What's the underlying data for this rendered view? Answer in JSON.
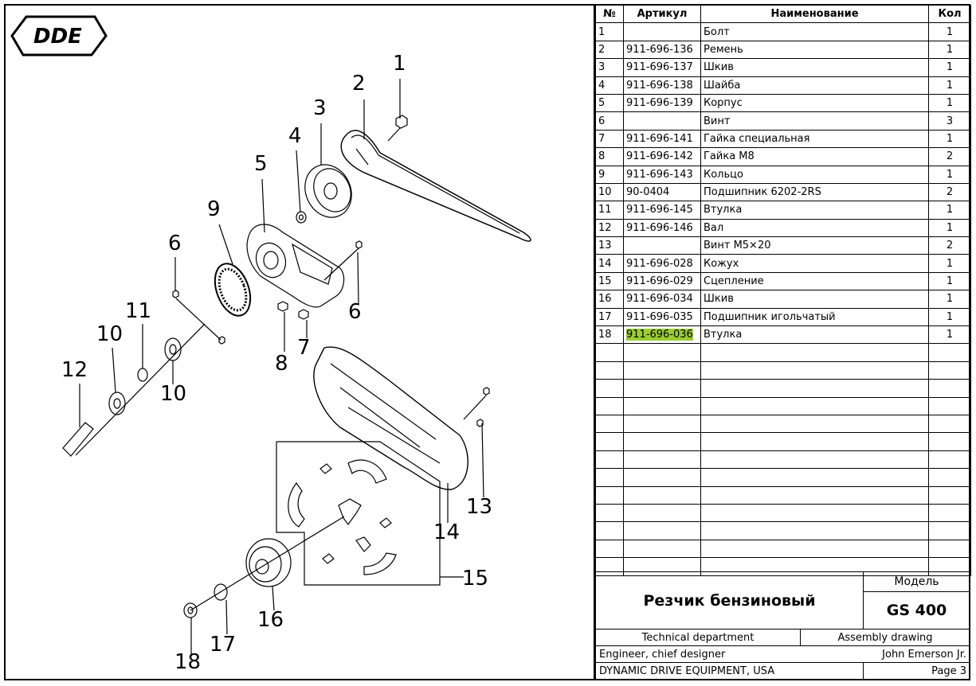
{
  "logo": {
    "text": "DDE"
  },
  "callouts": [
    "1",
    "2",
    "3",
    "4",
    "5",
    "6",
    "6",
    "7",
    "8",
    "9",
    "10",
    "10",
    "11",
    "12",
    "13",
    "14",
    "15",
    "16",
    "17",
    "18"
  ],
  "table": {
    "headers": {
      "num": "№",
      "article": "Артикул",
      "name": "Наименование",
      "qty": "Кол"
    },
    "rows": [
      {
        "num": "1",
        "article": "",
        "name": "Болт",
        "qty": "1"
      },
      {
        "num": "2",
        "article": "911-696-136",
        "name": "Ремень",
        "qty": "1"
      },
      {
        "num": "3",
        "article": "911-696-137",
        "name": "Шкив",
        "qty": "1"
      },
      {
        "num": "4",
        "article": "911-696-138",
        "name": "Шайба",
        "qty": "1"
      },
      {
        "num": "5",
        "article": "911-696-139",
        "name": "Корпус",
        "qty": "1"
      },
      {
        "num": "6",
        "article": "",
        "name": "Винт",
        "qty": "3"
      },
      {
        "num": "7",
        "article": "911-696-141",
        "name": "Гайка специальная",
        "qty": "1"
      },
      {
        "num": "8",
        "article": "911-696-142",
        "name": "Гайка М8",
        "qty": "2"
      },
      {
        "num": "9",
        "article": "911-696-143",
        "name": "Кольцо",
        "qty": "1"
      },
      {
        "num": "10",
        "article": "90-0404",
        "name": "Подшипник 6202-2RS",
        "qty": "2"
      },
      {
        "num": "11",
        "article": "911-696-145",
        "name": "Втулка",
        "qty": "1"
      },
      {
        "num": "12",
        "article": "911-696-146",
        "name": "Вал",
        "qty": "1"
      },
      {
        "num": "13",
        "article": "",
        "name": "Винт М5×20",
        "qty": "2"
      },
      {
        "num": "14",
        "article": "911-696-028",
        "name": "Кожух",
        "qty": "1"
      },
      {
        "num": "15",
        "article": "911-696-029",
        "name": "Сцепление",
        "qty": "1"
      },
      {
        "num": "16",
        "article": "911-696-034",
        "name": "Шкив",
        "qty": "1"
      },
      {
        "num": "17",
        "article": "911-696-035",
        "name": "Подшипник игольчатый",
        "qty": "1"
      },
      {
        "num": "18",
        "article": "911-696-036",
        "name": "Втулка",
        "qty": "1"
      }
    ],
    "highlight_color": "#9acd32"
  },
  "title_block": {
    "product_name": "Резчик бензиновый",
    "model_label": "Модель",
    "model_value": "GS 400",
    "department": "Technical department",
    "drawing_type": "Assembly drawing",
    "role": "Engineer, chief designer",
    "person": "John Emerson Jr.",
    "company": "DYNAMIC DRIVE EQUIPMENT, USA",
    "page": "Page 3"
  }
}
